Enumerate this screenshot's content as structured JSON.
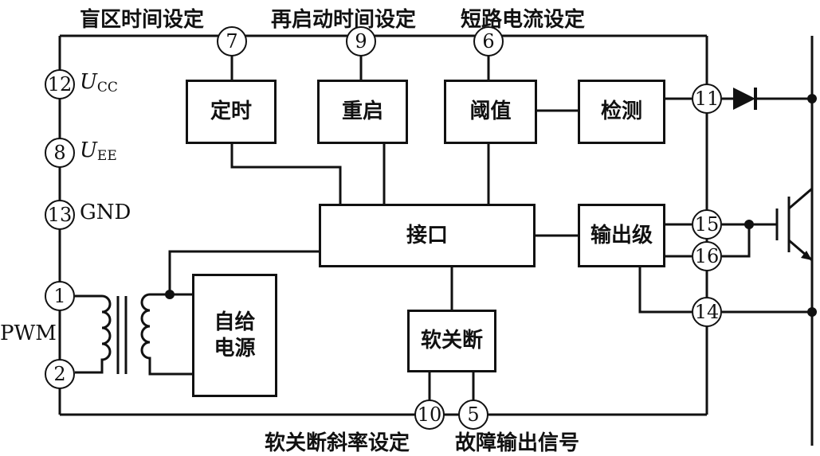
{
  "top_labels": {
    "blank_time_setting": "盲区时间设定",
    "restart_time_setting": "再启动时间设定",
    "short_circuit_current_setting": "短路电流设定"
  },
  "bottom_labels": {
    "soft_shutdown_slope_setting": "软关断斜率设定",
    "fault_output_signal": "故障输出信号"
  },
  "side_labels": {
    "ucc_symbol": "U",
    "ucc_sub": "CC",
    "uee_symbol": "U",
    "uee_sub": "EE",
    "gnd": "GND",
    "pwm": "PWM"
  },
  "blocks": {
    "timer": "定时",
    "restart": "重启",
    "threshold": "阈值",
    "detect": "检测",
    "interface": "接口",
    "output_stage": "输出级",
    "self_supply": "自给\n电源",
    "soft_shutdown": "软关断"
  },
  "pins": {
    "p1": "1",
    "p2": "2",
    "p5": "5",
    "p6": "6",
    "p7": "7",
    "p8": "8",
    "p9": "9",
    "p10": "10",
    "p11": "11",
    "p12": "12",
    "p13": "13",
    "p14": "14",
    "p15": "15",
    "p16": "16"
  }
}
